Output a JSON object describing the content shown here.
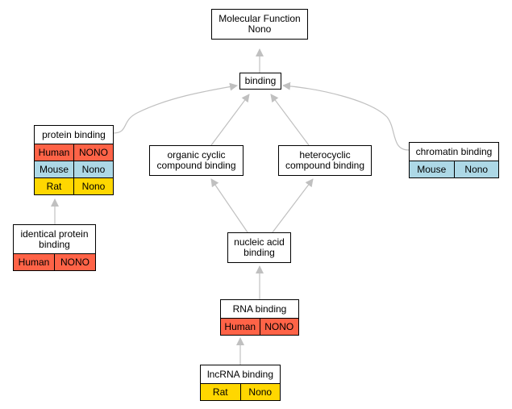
{
  "root": {
    "line1": "Molecular Function",
    "line2": "Nono"
  },
  "nodes": {
    "binding": {
      "title": "binding"
    },
    "protein_binding": {
      "title": "protein binding",
      "rows": [
        {
          "species": "Human",
          "gene": "NONO"
        },
        {
          "species": "Mouse",
          "gene": "Nono"
        },
        {
          "species": "Rat",
          "gene": "Nono"
        }
      ]
    },
    "identical_protein_binding": {
      "line1": "identical protein",
      "line2": "binding",
      "rows": [
        {
          "species": "Human",
          "gene": "NONO"
        }
      ]
    },
    "organic_cyclic": {
      "line1": "organic cyclic",
      "line2": "compound binding"
    },
    "heterocyclic": {
      "line1": "heterocyclic",
      "line2": "compound binding"
    },
    "chromatin_binding": {
      "title": "chromatin binding",
      "rows": [
        {
          "species": "Mouse",
          "gene": "Nono"
        }
      ]
    },
    "nucleic_acid_binding": {
      "line1": "nucleic acid",
      "line2": "binding"
    },
    "rna_binding": {
      "title": "RNA binding",
      "rows": [
        {
          "species": "Human",
          "gene": "NONO"
        }
      ]
    },
    "lncrna_binding": {
      "title": "lncRNA binding",
      "rows": [
        {
          "species": "Rat",
          "gene": "Nono"
        }
      ]
    }
  },
  "colors": {
    "human": "#ff6347",
    "mouse": "#add8e6",
    "rat": "#ffd700",
    "edge": "#c0c0c0"
  }
}
